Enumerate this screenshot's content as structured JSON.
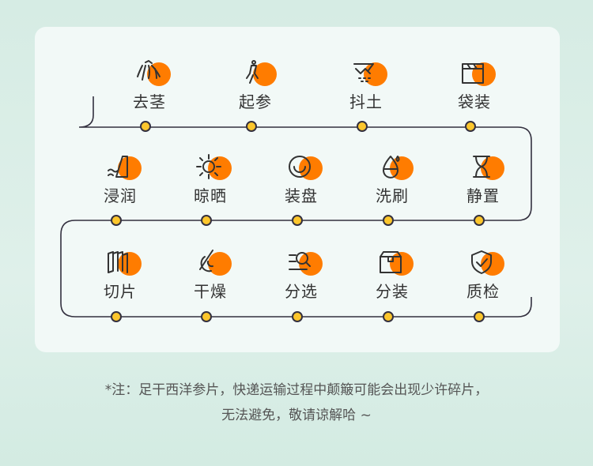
{
  "accent_color": "#ff7c00",
  "node_color": "#fcc62c",
  "steps": [
    {
      "label": "去茎",
      "icon": "root-icon"
    },
    {
      "label": "起参",
      "icon": "ginseng-icon"
    },
    {
      "label": "抖土",
      "icon": "soil-icon"
    },
    {
      "label": "袋装",
      "icon": "bag-icon"
    },
    {
      "label": "浸润",
      "icon": "soak-icon"
    },
    {
      "label": "晾晒",
      "icon": "sun-icon"
    },
    {
      "label": "装盘",
      "icon": "plate-icon"
    },
    {
      "label": "洗刷",
      "icon": "water-drop-icon"
    },
    {
      "label": "静置",
      "icon": "hourglass-icon"
    },
    {
      "label": "切片",
      "icon": "slices-icon"
    },
    {
      "label": "干燥",
      "icon": "dry-icon"
    },
    {
      "label": "分选",
      "icon": "sort-icon"
    },
    {
      "label": "分装",
      "icon": "box-icon"
    },
    {
      "label": "质检",
      "icon": "shield-check-icon"
    }
  ],
  "note": {
    "line1": "*注：足干西洋参片，快递运输过程中颠簸可能会出现少许碎片，",
    "line2": "无法避免，敬请谅解哈 ~"
  }
}
